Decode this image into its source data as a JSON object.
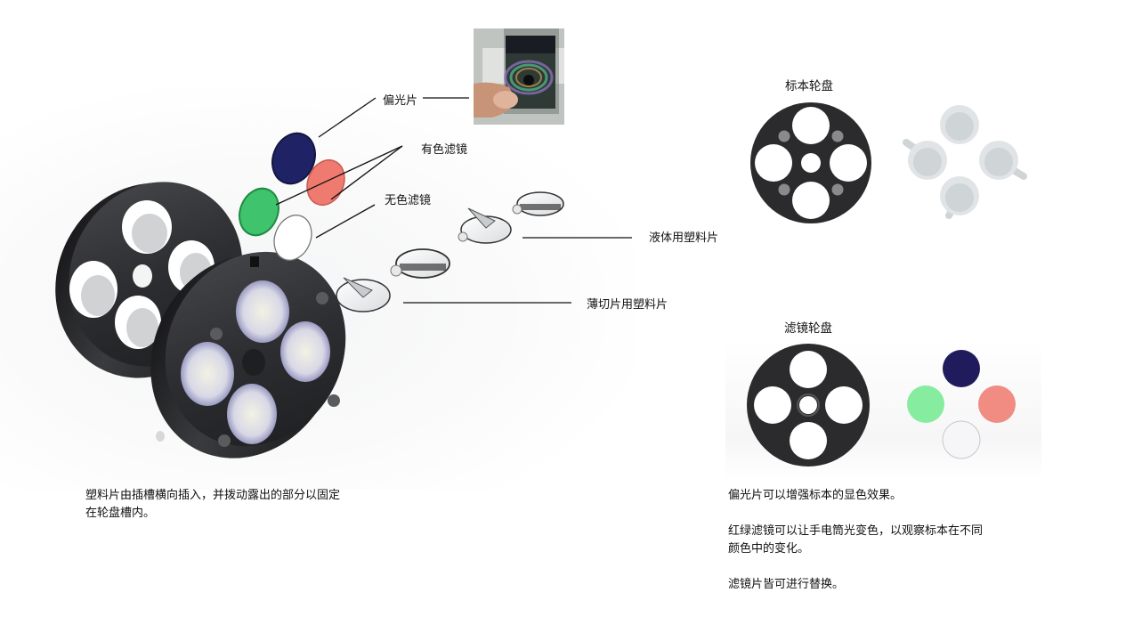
{
  "exploded_view": {
    "labels": {
      "polarizer": "偏光片",
      "color_filter": "有色滤镜",
      "clear_filter": "无色滤镜",
      "liquid_slide": "液体用塑料片",
      "section_slide": "薄切片用塑料片"
    },
    "caption": "塑料片由插槽横向插入，并拨动露出的部分以固定在轮盘槽内。",
    "caption_lines": [
      "塑料片由插槽横向插入，并拨动露出的部分以固定",
      "在轮盘槽内。"
    ]
  },
  "specimen_wheel": {
    "title": "标本轮盘"
  },
  "filter_wheel": {
    "title": "滤镜轮盘",
    "filters": [
      {
        "name": "polarizer",
        "color": "#1f1b5c"
      },
      {
        "name": "green-filter",
        "color": "#86ec9f"
      },
      {
        "name": "red-filter",
        "color": "#f08c82"
      },
      {
        "name": "clear-filter",
        "color": "#f4f4f6"
      }
    ]
  },
  "notes": {
    "line1": "偏光片可以增强标本的显色效果。",
    "line2a": "红绿滤镜可以让手电筒光变色，以观察标本在不同",
    "line2b": "颜色中的变化。",
    "line3": "滤镜片皆可进行替换。"
  },
  "colors": {
    "wheel": "#2b2b2d",
    "polarizer": "#1f1b5c",
    "green": "#86ec9f",
    "red": "#f08c82",
    "clear": "#f4f4f6",
    "slide_gray": "#cfd4d7"
  }
}
